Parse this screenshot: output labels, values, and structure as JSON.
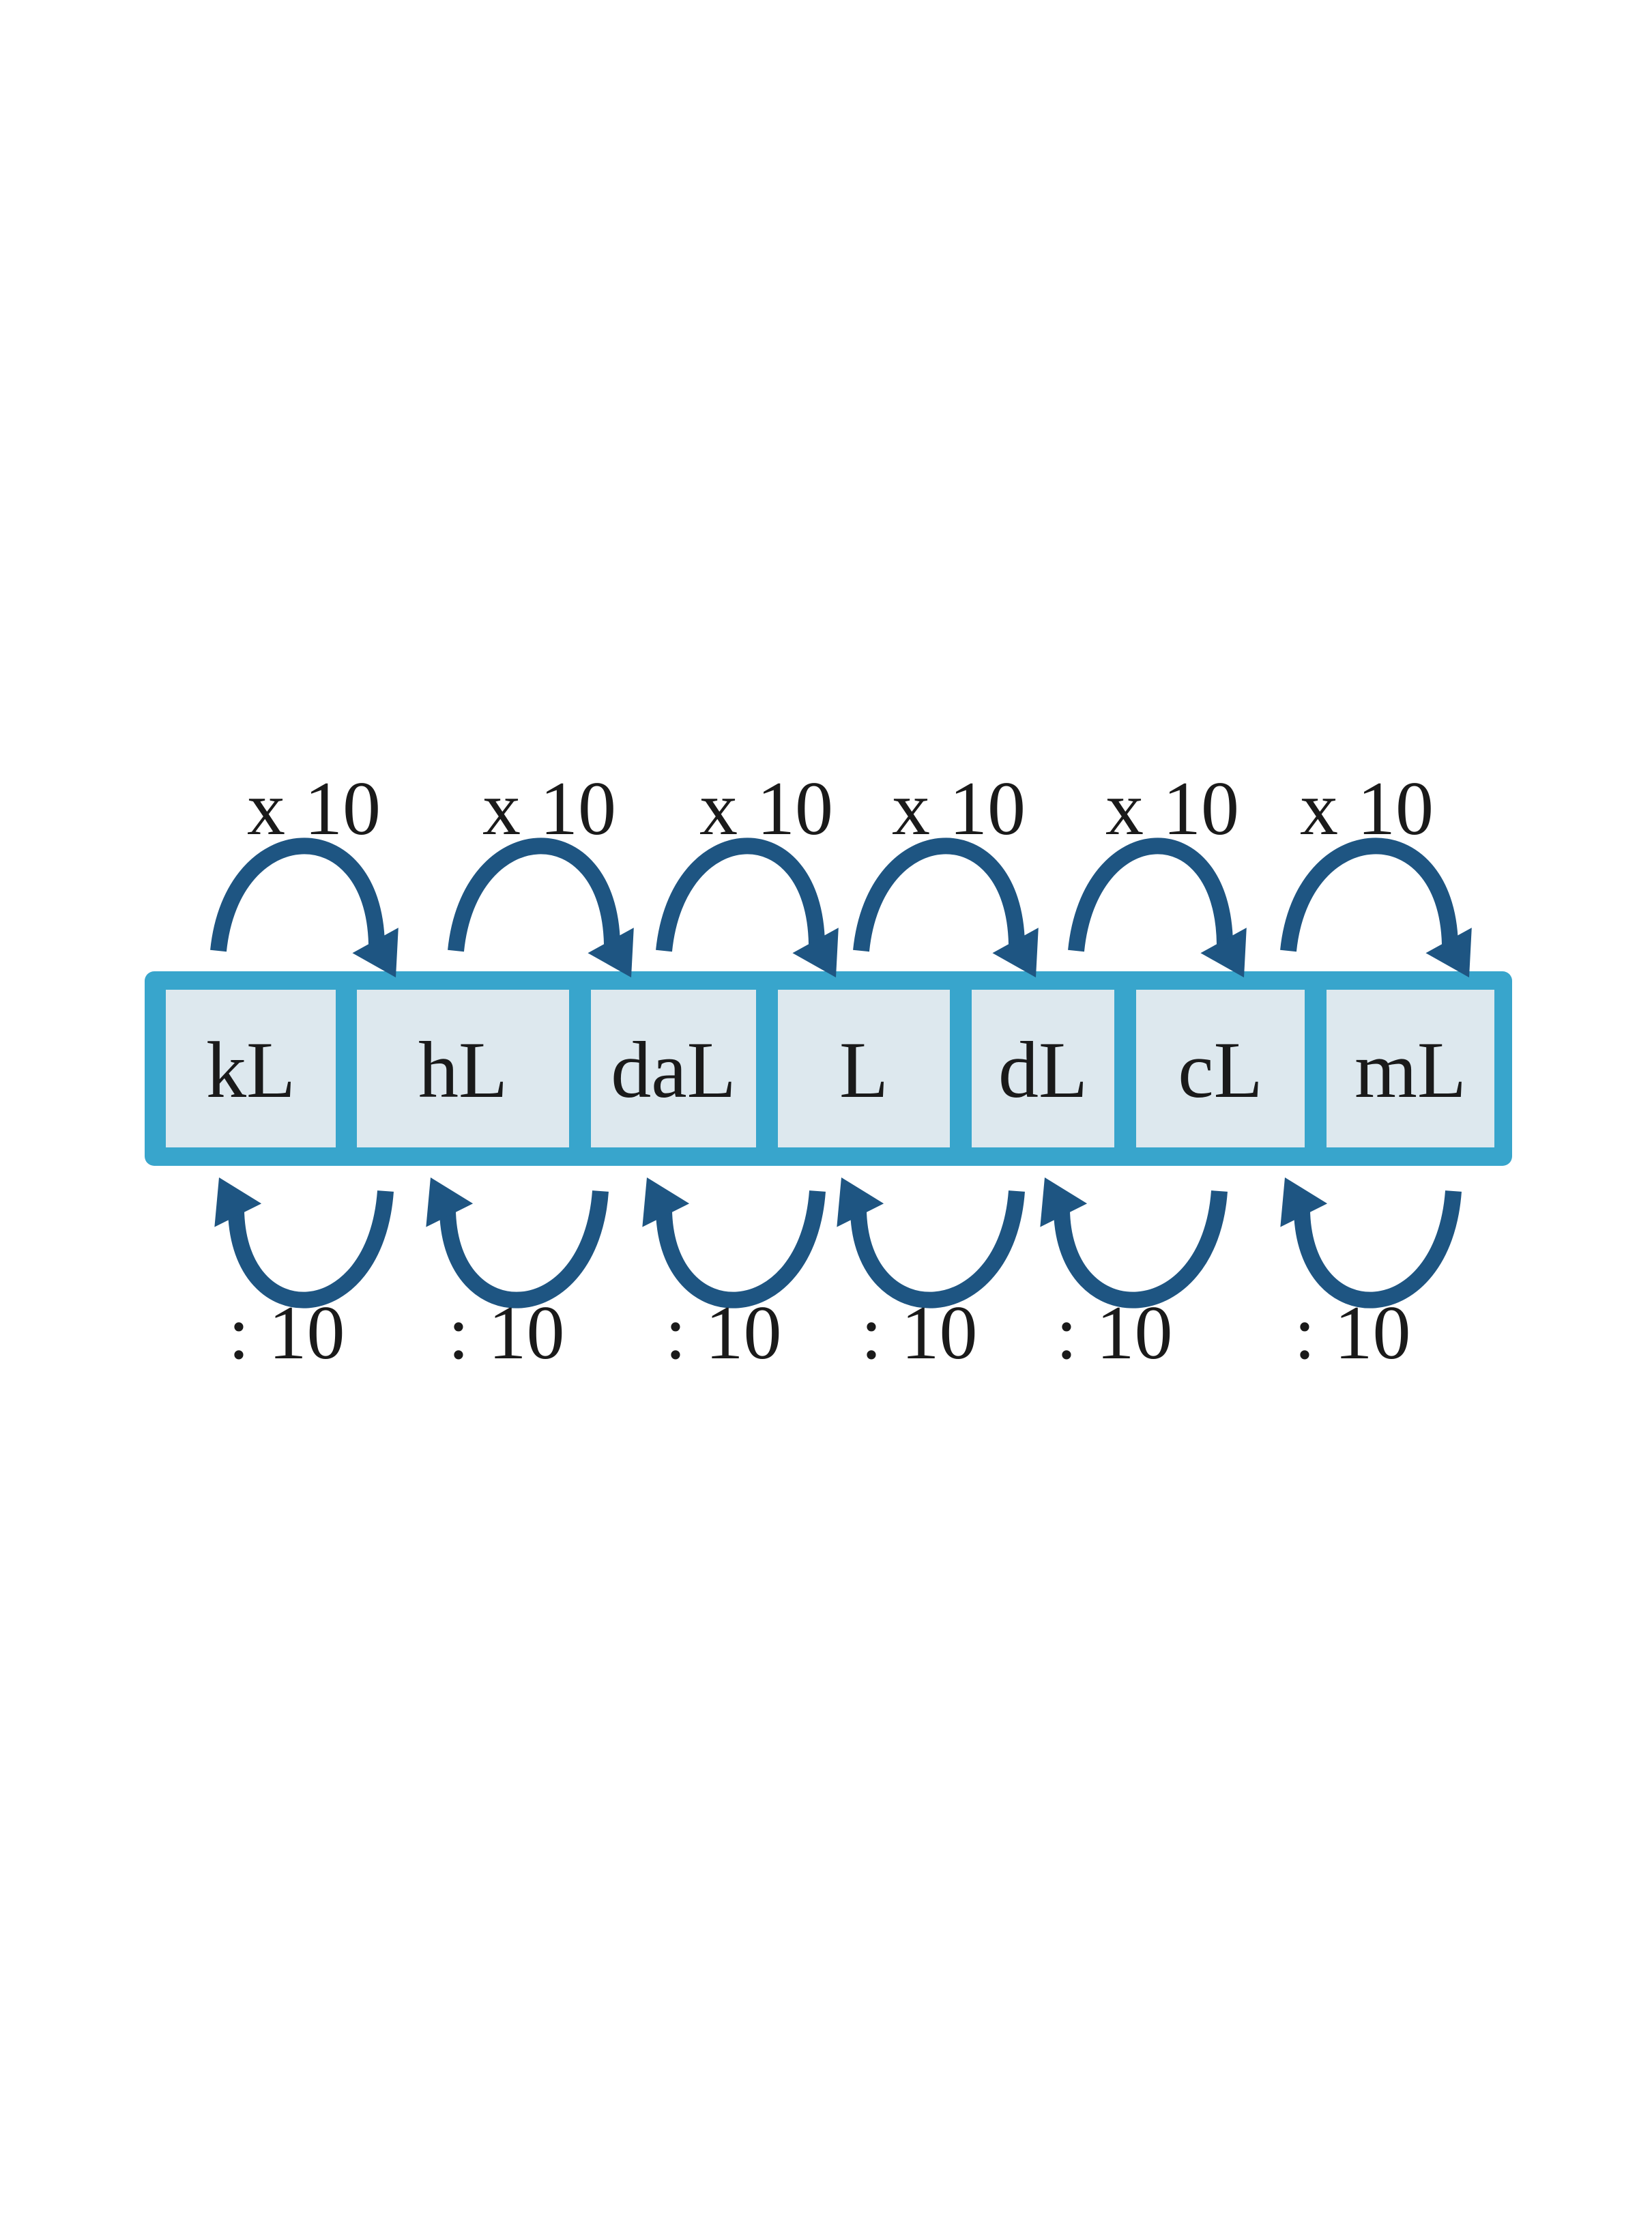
{
  "units": [
    "kL",
    "hL",
    "daL",
    "L",
    "dL",
    "cL",
    "mL"
  ],
  "multiply_labels": [
    "x 10",
    "x 10",
    "x 10",
    "x 10",
    "x 10",
    "x 10"
  ],
  "divide_labels": [
    ": 10",
    ": 10",
    ": 10",
    ": 10",
    ": 10",
    ": 10"
  ],
  "colors": {
    "frame": "#38a5cc",
    "cell_fill": "#dde8ee",
    "arrow": "#1e5582",
    "text": "#1a1a1a",
    "background": "#ffffff"
  }
}
